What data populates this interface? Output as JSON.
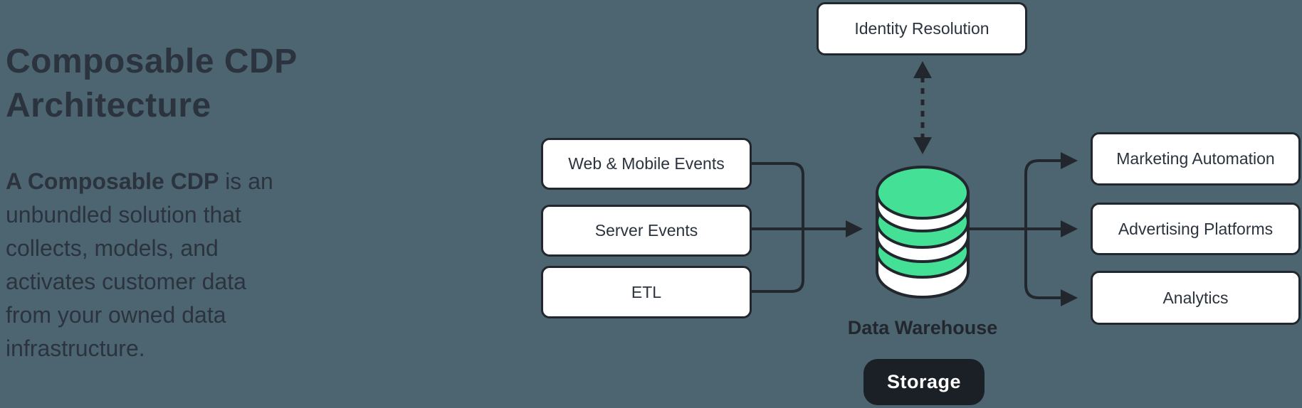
{
  "colors": {
    "background": "#4d6570",
    "ink": "#2b333e",
    "line": "#22272e",
    "green": "#43e095",
    "white": "#ffffff",
    "pill_bg": "#1b1f26",
    "pill_text": "#ffffff"
  },
  "intro": {
    "title_lines": [
      "Composable CDP",
      "Architecture"
    ],
    "lead_bold": "A Composable CDP",
    "lead_rest": " is an",
    "body_lines": [
      "unbundled solution that",
      "collects, models, and",
      "activates customer data",
      "from your owned data",
      "infrastructure."
    ]
  },
  "diagram": {
    "identity": {
      "label": "Identity Resolution"
    },
    "sources": [
      {
        "label": "Web & Mobile Events"
      },
      {
        "label": "Server Events"
      },
      {
        "label": "ETL"
      }
    ],
    "warehouse": {
      "label": "Data Warehouse",
      "badge": "Storage",
      "icon": "database-icon"
    },
    "destinations": [
      {
        "label": "Marketing Automation"
      },
      {
        "label": "Advertising Platforms"
      },
      {
        "label": "Analytics"
      }
    ]
  }
}
